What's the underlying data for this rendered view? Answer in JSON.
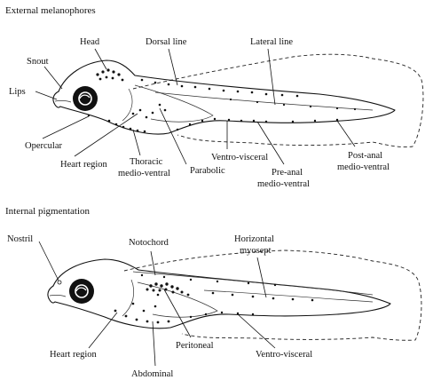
{
  "figure": {
    "top": {
      "title": "External melanophores",
      "labels": {
        "snout": "Snout",
        "head": "Head",
        "dorsal_line": "Dorsal line",
        "lateral_line": "Lateral line",
        "lips": "Lips",
        "opercular": "Opercular",
        "heart_region": "Heart region",
        "thoracic_line1": "Thoracic",
        "thoracic_line2": "medio-ventral",
        "parabolic": "Parabolic",
        "ventro_visceral": "Ventro-visceral",
        "pre_anal_line1": "Pre-anal",
        "pre_anal_line2": "medio-ventral",
        "post_anal_line1": "Post-anal",
        "post_anal_line2": "medio-ventral"
      }
    },
    "bottom": {
      "title": "Internal pigmentation",
      "labels": {
        "nostril": "Nostril",
        "notochord": "Notochord",
        "horizontal_line1": "Horizontal",
        "horizontal_line2": "myosept",
        "heart_region": "Heart region",
        "peritoneal": "Peritoneal",
        "ventro_visceral": "Ventro-visceral",
        "abdominal": "Abdominal"
      }
    }
  }
}
